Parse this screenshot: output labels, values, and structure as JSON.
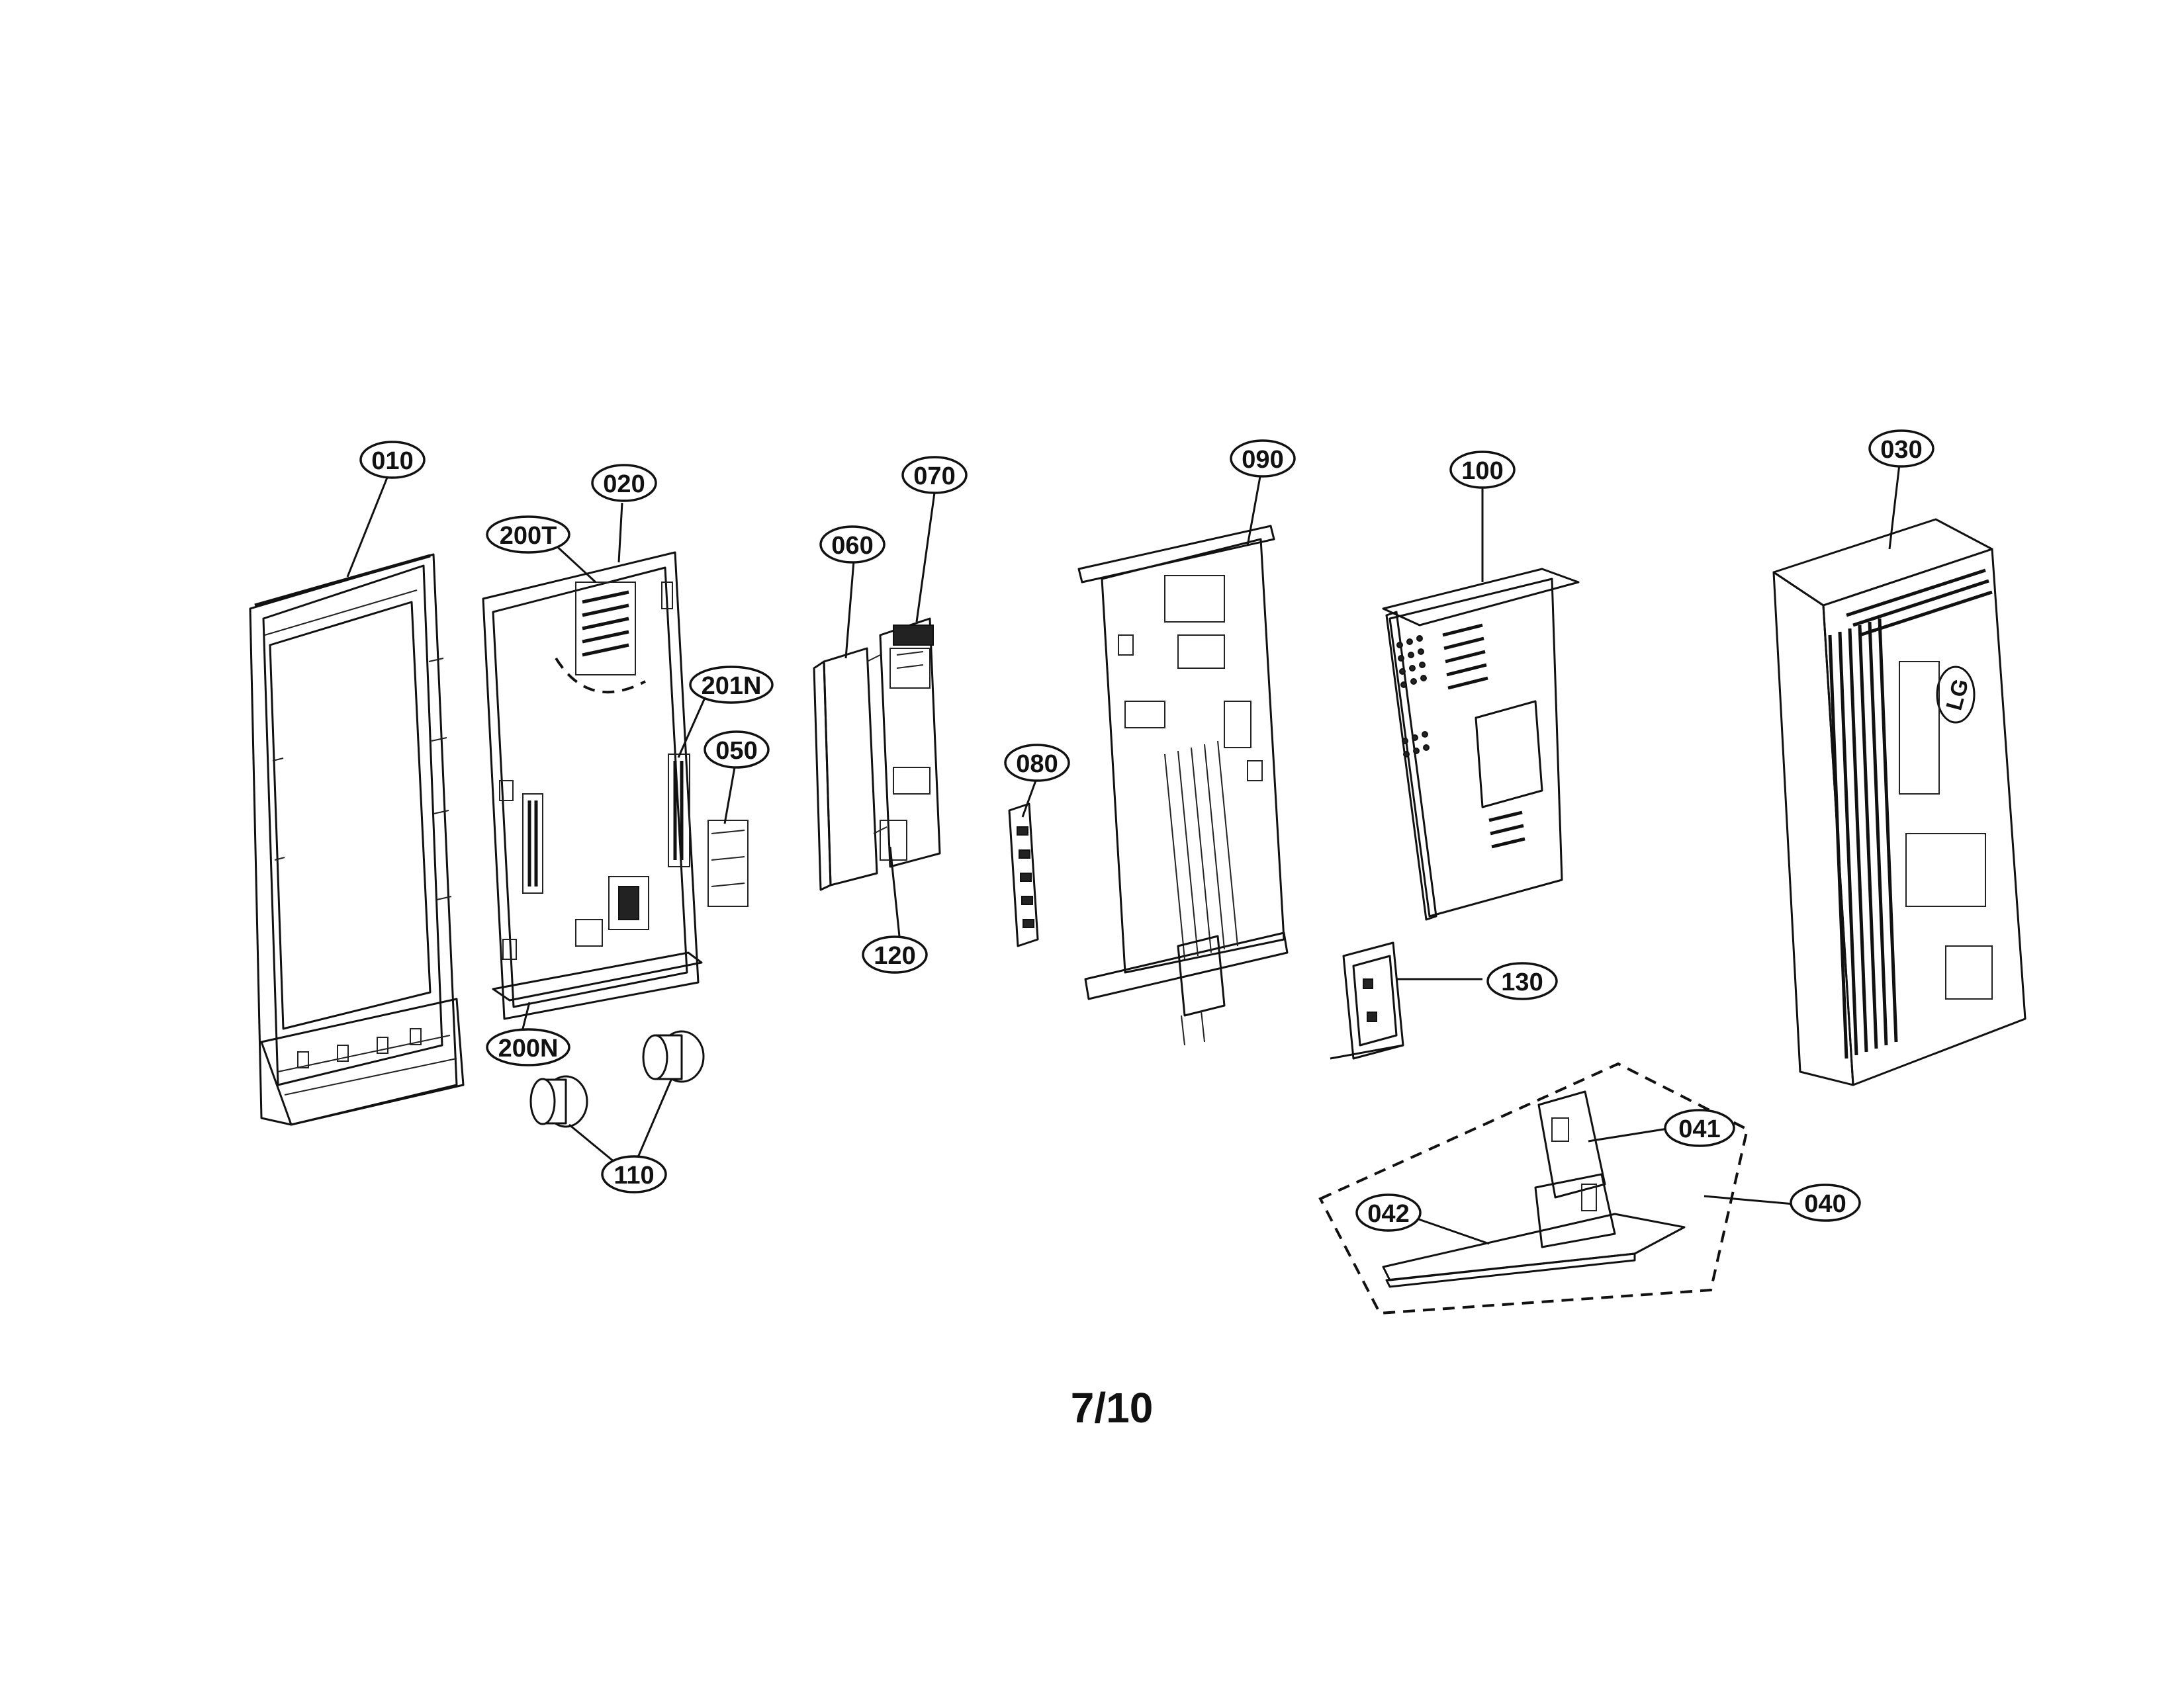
{
  "callouts": {
    "p010": "010",
    "p020": "020",
    "p200T": "200T",
    "p201N": "201N",
    "p050": "050",
    "p200N": "200N",
    "p110": "110",
    "p060": "060",
    "p070": "070",
    "p120": "120",
    "p080": "080",
    "p090": "090",
    "p100": "100",
    "p130": "130",
    "p030": "030",
    "p041": "041",
    "p042": "042",
    "p040": "040"
  },
  "logo_text": "LG",
  "page_number": "7/10"
}
